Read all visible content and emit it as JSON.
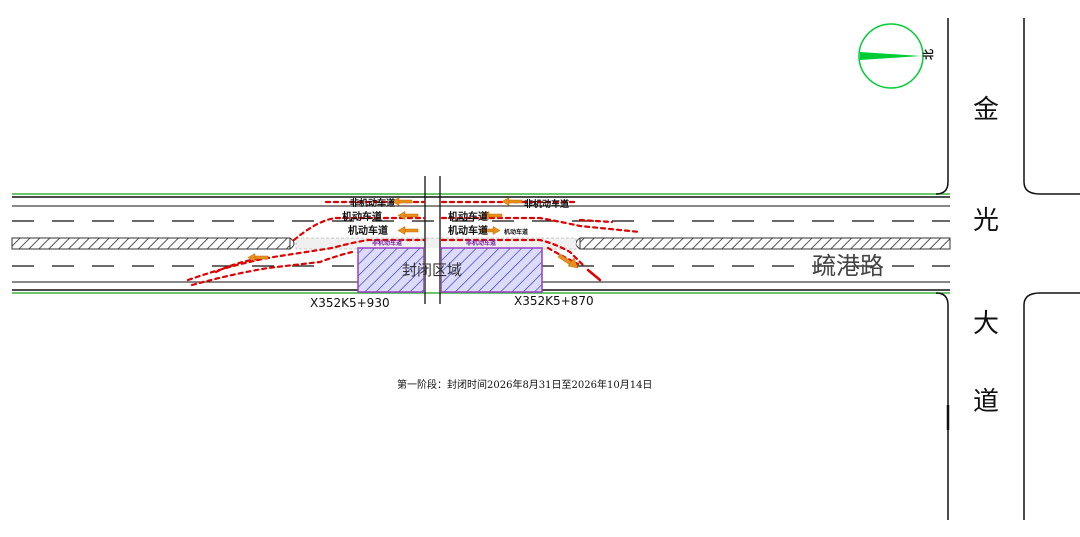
{
  "north_label": "北",
  "cross_road": {
    "chars": [
      "金",
      "光",
      "大",
      "道"
    ]
  },
  "main_road": {
    "name": "疏港路"
  },
  "closure": {
    "label": "封闭区域"
  },
  "stakes": {
    "left": "X352K5+930",
    "right": "X352K5+870"
  },
  "lane_labels": {
    "nonmotor_left": "非机动车道",
    "nonmotor_right": "非机动车道",
    "motor1_left": "机动车道",
    "motor1_right": "机动车道",
    "motor2_left": "机动车道",
    "motor2_right": "机动车道",
    "motor2_right_small": "机动车道",
    "median_left": "非机动车道",
    "median_right": "非机动车道"
  },
  "phase_note": "第一阶段：封闭时间2026年8月31日至2026年10月14日",
  "colors": {
    "edge_green": "#3cb43c",
    "compass_green": "#00cc33",
    "detour_red": "#e00000",
    "arrow_orange": "#e8901a",
    "closure_purple": "#9a3fc0",
    "hatch_blue": "#3b3bd6",
    "label_purple": "#7a2aa0"
  }
}
